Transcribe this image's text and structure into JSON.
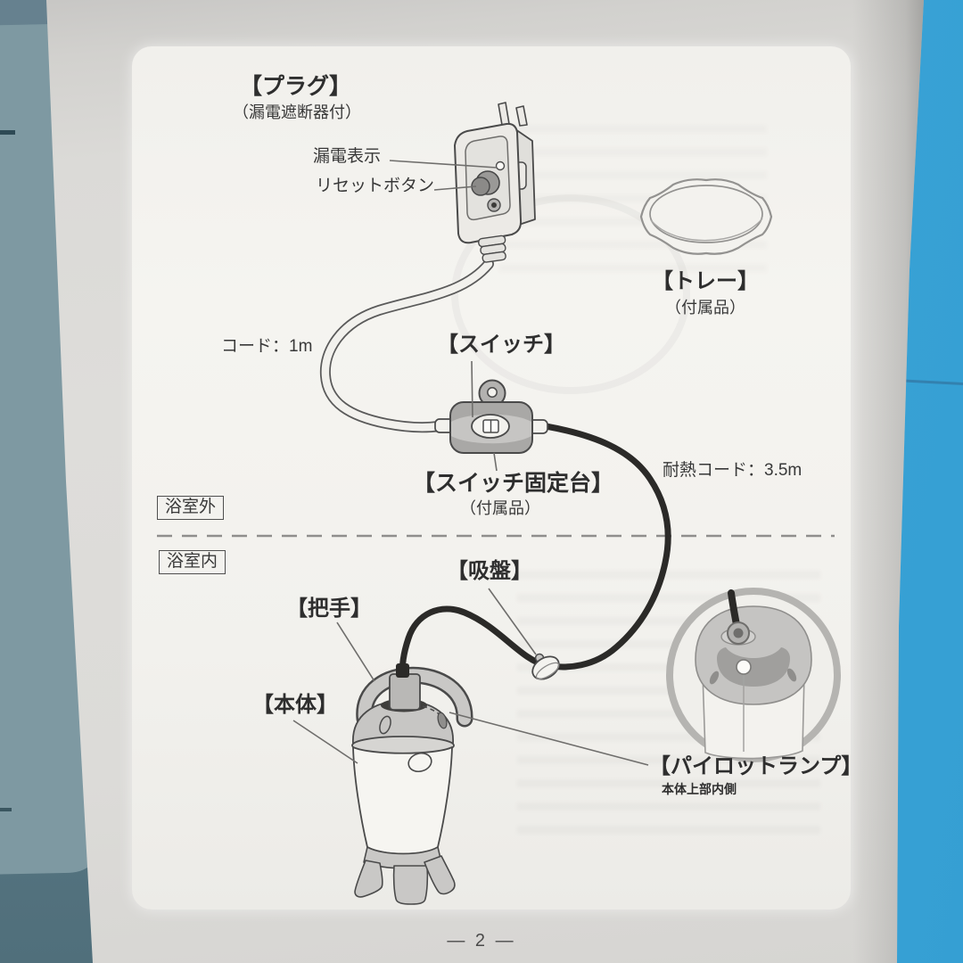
{
  "colors": {
    "background_blue": "#3fa7da",
    "left_book_teal": "#5f7e8a",
    "paper_gray": "#dcdbd8",
    "sheet_white": "#f4f3ef",
    "ink": "#383838",
    "line_art": "#4a4a4a",
    "cord_black": "#2b2a28"
  },
  "page": {
    "number": "— 2 —"
  },
  "labels": {
    "plug": "【プラグ】",
    "plug_sub": "（漏電遮断器付）",
    "leak_indicator": "漏電表示",
    "reset_button": "リセットボタン",
    "tray": "【トレー】",
    "tray_sub": "（付属品）",
    "cord_length": "コード：1m",
    "switch": "【スイッチ】",
    "switch_base": "【スイッチ固定台】",
    "switch_base_sub": "（付属品）",
    "heat_cord_length": "耐熱コード：3.5m",
    "zone_outside": "浴室外",
    "zone_inside": "浴室内",
    "suction_cup": "【吸盤】",
    "handle": "【把手】",
    "body": "【本体】",
    "pilot_lamp": "【パイロットランプ】",
    "pilot_lamp_sub": "本体上部内側"
  }
}
